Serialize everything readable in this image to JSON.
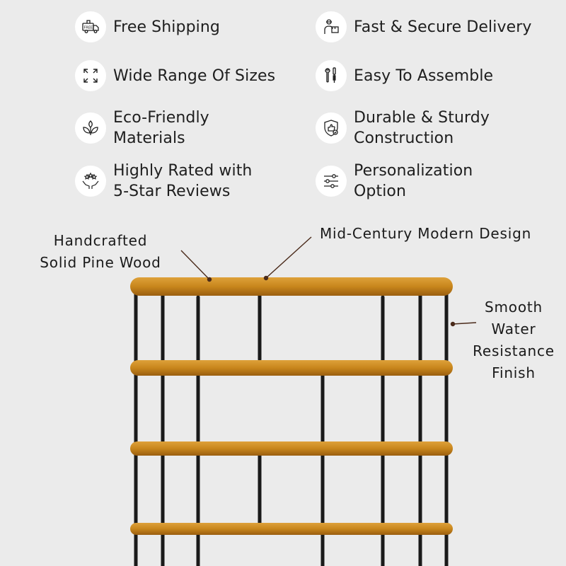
{
  "features": [
    {
      "label": "Free Shipping",
      "icon": "free-shipping-truck-icon"
    },
    {
      "label": "Fast & Secure Delivery",
      "icon": "delivery-person-icon"
    },
    {
      "label": "Wide Range Of Sizes",
      "icon": "expand-arrows-icon"
    },
    {
      "label": "Easy To Assemble",
      "icon": "wrench-screwdriver-icon"
    },
    {
      "label": "Eco-Friendly\nMaterials",
      "icon": "leaves-icon"
    },
    {
      "label": "Durable & Sturdy\nConstruction",
      "icon": "shield-thumbs-up-icon"
    },
    {
      "label": "Highly Rated with\n5-Star Reviews",
      "icon": "hands-stars-icon"
    },
    {
      "label": "Personalization\nOption",
      "icon": "sliders-icon"
    }
  ],
  "callouts": {
    "wood": "Handcrafted\nSolid Pine Wood",
    "design": "Mid-Century Modern Design",
    "finish": "Smooth\nWater\nResistance\nFinish"
  },
  "colors": {
    "background": "#ebebeb",
    "wood": "#c8861c",
    "wood_dark": "#9a5e10",
    "metal": "#1a1a1a"
  }
}
